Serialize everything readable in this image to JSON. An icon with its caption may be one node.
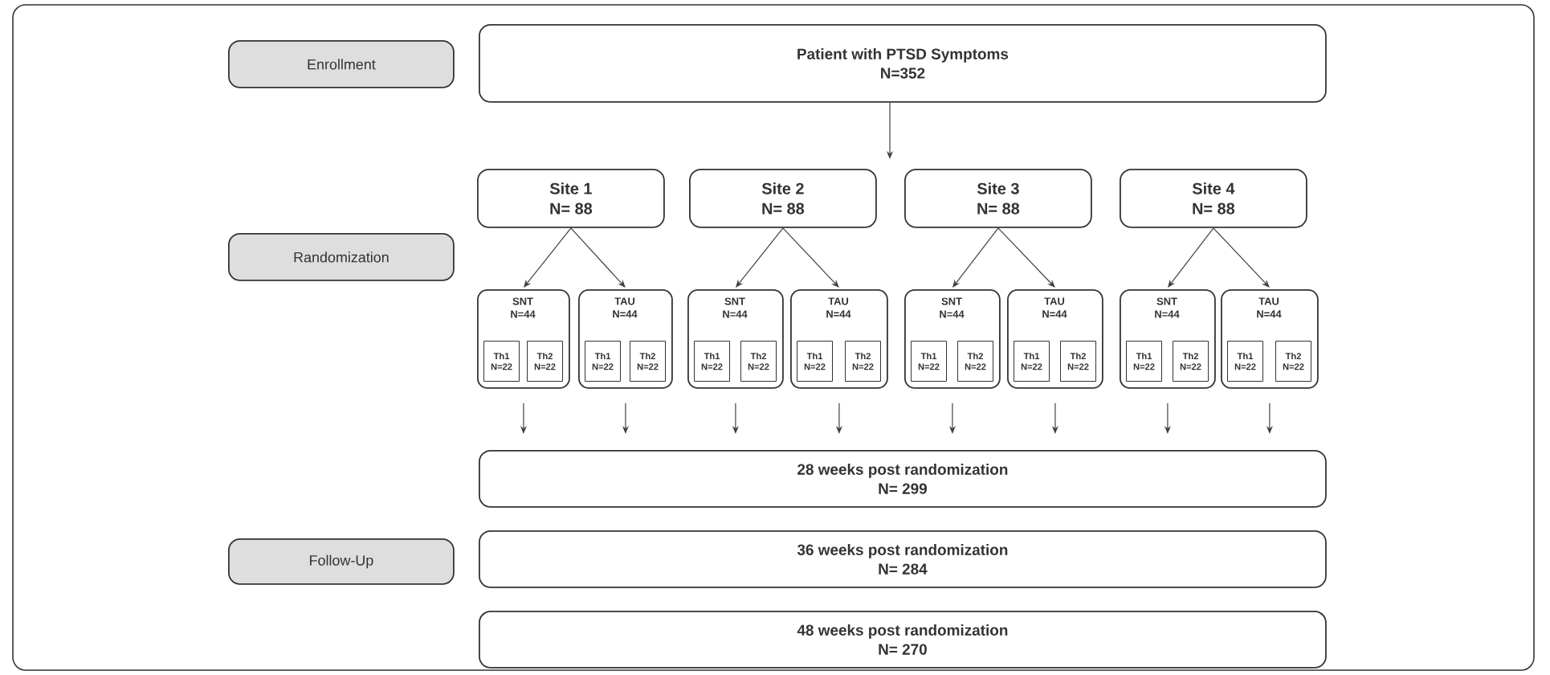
{
  "diagram": {
    "nodes": [
      {
        "text": [
          "Enrollment"
        ]
      },
      {
        "text": [
          "Randomization"
        ]
      },
      {
        "text": [
          "Follow-Up"
        ]
      },
      {
        "text": [
          "Patient with PTSD Symptoms",
          "N=352"
        ]
      },
      {
        "text": [
          "Site 1",
          "N= 88"
        ]
      },
      {
        "text": [
          "Site 2",
          "N= 88"
        ]
      },
      {
        "text": [
          "Site 3",
          "N= 88"
        ]
      },
      {
        "text": [
          "Site 4",
          "N= 88"
        ]
      },
      {
        "text": [
          "SNT",
          "N=44"
        ]
      },
      {
        "text": [
          "Th1",
          "N=22"
        ],
        "in": 8
      },
      {
        "text": [
          "Th2",
          "N=22"
        ],
        "in": 8
      },
      {
        "text": [
          "TAU",
          "N=44"
        ]
      },
      {
        "text": [
          "Th1",
          "N=22"
        ],
        "in": 11
      },
      {
        "text": [
          "Th2",
          "N=22"
        ],
        "in": 11
      },
      {
        "text": [
          "SNT",
          "N=44"
        ]
      },
      {
        "text": [
          "Th1",
          "N=22"
        ],
        "in": 14
      },
      {
        "text": [
          "Th2",
          "N=22"
        ],
        "in": 14
      },
      {
        "text": [
          "TAU",
          "N=44"
        ]
      },
      {
        "text": [
          "Th1",
          "N=22"
        ],
        "in": 17
      },
      {
        "text": [
          "Th2",
          "N=22"
        ],
        "in": 17
      },
      {
        "text": [
          "SNT",
          "N=44"
        ]
      },
      {
        "text": [
          "Th1",
          "N=22"
        ],
        "in": 20
      },
      {
        "text": [
          "Th2",
          "N=22"
        ],
        "in": 20
      },
      {
        "text": [
          "TAU",
          "N=44"
        ]
      },
      {
        "text": [
          "Th1",
          "N=22"
        ],
        "in": 23
      },
      {
        "text": [
          "Th2",
          "N=22"
        ],
        "in": 23
      },
      {
        "text": [
          "SNT",
          "N=44"
        ]
      },
      {
        "text": [
          "Th1",
          "N=22"
        ],
        "in": 26
      },
      {
        "text": [
          "Th2",
          "N=22"
        ],
        "in": 26
      },
      {
        "text": [
          "TAU",
          "N=44"
        ]
      },
      {
        "text": [
          "Th1",
          "N=22"
        ],
        "in": 29
      },
      {
        "text": [
          "Th2",
          "N=22"
        ],
        "in": 29
      },
      {
        "text": [
          "28 weeks post randomization",
          "N= 299"
        ]
      },
      {
        "text": [
          "36 weeks post randomization",
          "N= 284"
        ]
      },
      {
        "text": [
          "48 weeks post randomization",
          "N= 270"
        ]
      }
    ],
    "edges": [
      {
        "from": 3,
        "to": null,
        "arrow": "to"
      },
      {
        "from": 4,
        "to": 8,
        "arrow": "to"
      },
      {
        "from": 4,
        "to": 11,
        "arrow": "to"
      },
      {
        "from": 5,
        "to": 14,
        "arrow": "to"
      },
      {
        "from": 5,
        "to": 17,
        "arrow": "to"
      },
      {
        "from": 6,
        "to": 20,
        "arrow": "to"
      },
      {
        "from": 6,
        "to": 23,
        "arrow": "to"
      },
      {
        "from": 7,
        "to": 26,
        "arrow": "to"
      },
      {
        "from": 7,
        "to": 29,
        "arrow": "to"
      },
      {
        "from": 8,
        "to": 32,
        "arrow": "to"
      },
      {
        "from": 11,
        "to": 32,
        "arrow": "to"
      },
      {
        "from": 14,
        "to": 32,
        "arrow": "to"
      },
      {
        "from": 17,
        "to": 32,
        "arrow": "to"
      },
      {
        "from": 20,
        "to": 32,
        "arrow": "to"
      },
      {
        "from": 23,
        "to": 32,
        "arrow": "to"
      },
      {
        "from": 26,
        "to": 32,
        "arrow": "to"
      },
      {
        "from": 29,
        "to": 32,
        "arrow": "to"
      }
    ]
  }
}
